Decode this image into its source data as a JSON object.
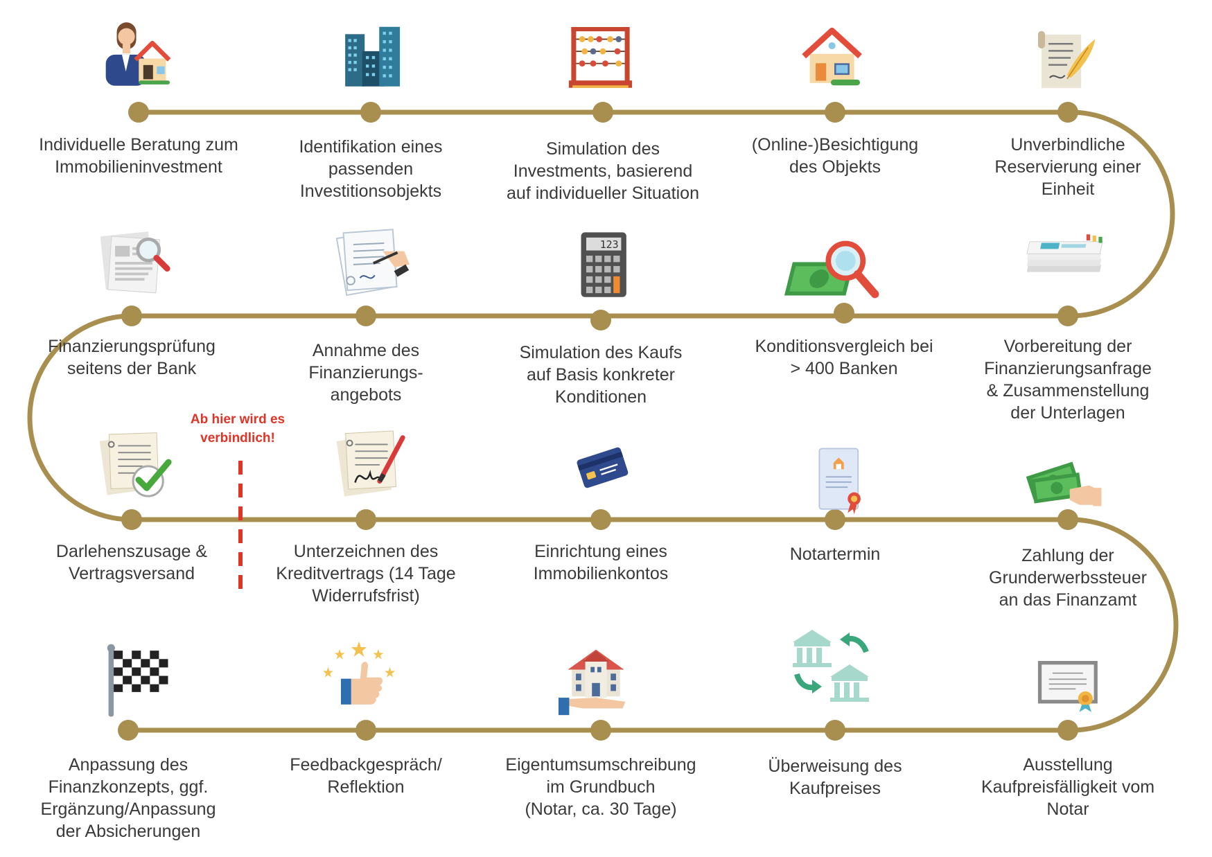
{
  "colors": {
    "track": "#a98f4f",
    "warning": "#e03427",
    "text": "#3a3a3a"
  },
  "warning": {
    "line1": "Ab hier wird es",
    "line2": "verbindlich!"
  },
  "steps": [
    {
      "icon": "advisor-house-icon",
      "lines": [
        "Individuelle Beratung zum",
        "Immobilieninvestment"
      ]
    },
    {
      "icon": "city-buildings-icon",
      "lines": [
        "Identifikation eines",
        "passenden",
        "Investitionsobjekts"
      ]
    },
    {
      "icon": "abacus-icon",
      "lines": [
        "Simulation des",
        "Investments, basierend",
        "auf individueller Situation"
      ]
    },
    {
      "icon": "house-icon",
      "lines": [
        "(Online-)Besichtigung",
        "des Objekts"
      ]
    },
    {
      "icon": "quill-document-icon",
      "lines": [
        "Unverbindliche",
        "Reservierung einer",
        "Einheit"
      ]
    },
    {
      "icon": "document-stack-icon",
      "lines": [
        "Vorbereitung der",
        "Finanzierungsanfrage",
        "& Zusammenstellung",
        "der Unterlagen"
      ]
    },
    {
      "icon": "money-magnifier-icon",
      "lines": [
        "Konditionsvergleich bei",
        "> 400 Banken"
      ]
    },
    {
      "icon": "calculator-icon",
      "lines": [
        "Simulation des Kaufs",
        "auf Basis konkreter",
        "Konditionen"
      ]
    },
    {
      "icon": "signing-contract-icon",
      "lines": [
        "Annahme des",
        "Finanzierungs-",
        "angebots"
      ]
    },
    {
      "icon": "document-search-icon",
      "lines": [
        "Finanzierungsprüfung",
        "seitens der Bank"
      ]
    },
    {
      "icon": "approved-documents-icon",
      "lines": [
        "Darlehenszusage &",
        "Vertragsversand"
      ]
    },
    {
      "icon": "signed-contract-icon",
      "lines": [
        "Unterzeichnen des",
        "Kreditvertrags (14 Tage",
        "Widerrufsfrist)"
      ]
    },
    {
      "icon": "credit-card-icon",
      "lines": [
        "Einrichtung eines",
        "Immobilienkontos"
      ]
    },
    {
      "icon": "certificate-icon",
      "lines": [
        "Notartermin"
      ]
    },
    {
      "icon": "hand-money-icon",
      "lines": [
        "Zahlung der",
        "Grunderwerbssteuer",
        "an das Finanzamt"
      ]
    },
    {
      "icon": "diploma-icon",
      "lines": [
        "Ausstellung",
        "Kaufpreisfälligkeit vom",
        "Notar"
      ]
    },
    {
      "icon": "bank-transfer-icon",
      "lines": [
        "Überweisung des",
        "Kaufpreises"
      ]
    },
    {
      "icon": "house-in-hand-icon",
      "lines": [
        "Eigentumsumschreibung",
        "im Grundbuch",
        "(Notar, ca. 30 Tage)"
      ]
    },
    {
      "icon": "thumbs-up-stars-icon",
      "lines": [
        "Feedbackgespräch/",
        "Reflektion"
      ]
    },
    {
      "icon": "checkered-flag-icon",
      "lines": [
        "Anpassung des",
        "Finanzkonzepts, ggf.",
        "Ergänzung/Anpassung",
        "der Absicherungen"
      ]
    }
  ]
}
